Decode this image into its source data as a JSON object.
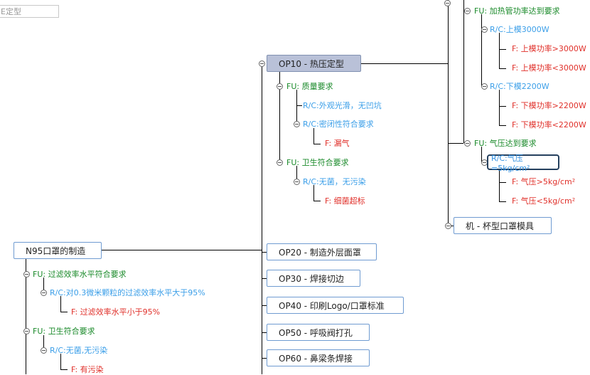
{
  "search": {
    "text": "E定型"
  },
  "root": {
    "label": "N95口罩的制造"
  },
  "root_branch": [
    {
      "kind": "FU",
      "text": "FU: 过滤效率水平符合要求"
    },
    {
      "kind": "RC",
      "text": "R/C:对0.3微米颗粒的过滤效率水平大于95%"
    },
    {
      "kind": "F",
      "text": "F:  过滤效率水平小于95%"
    },
    {
      "kind": "FU",
      "text": "FU: 卫生符合要求"
    },
    {
      "kind": "RC",
      "text": "R/C:无菌,无污染"
    },
    {
      "kind": "F",
      "text": "F:  有污染"
    }
  ],
  "ops": [
    {
      "label": "OP10 - 热压定型"
    },
    {
      "label": "OP20 - 制造外层面罩"
    },
    {
      "label": "OP30 - 焊接切边"
    },
    {
      "label": "OP40 - 印刷Logo/口罩标准"
    },
    {
      "label": "OP50 - 呼吸阀打孔"
    },
    {
      "label": "OP60 - 鼻梁条焊接"
    }
  ],
  "op10_branch": [
    {
      "kind": "FU",
      "text": "FU: 质量要求"
    },
    {
      "kind": "RC",
      "text": "R/C:外观光滑，无凹坑"
    },
    {
      "kind": "RC",
      "text": "R/C:密闭性符合要求"
    },
    {
      "kind": "F",
      "text": "F:  漏气"
    },
    {
      "kind": "FU",
      "text": "FU: 卫生符合要求"
    },
    {
      "kind": "RC",
      "text": "R/C:无菌，无污染"
    },
    {
      "kind": "F",
      "text": "F:  细菌超标"
    }
  ],
  "machine_branch": [
    {
      "kind": "FU",
      "text": "FU: 加热管功率达到要求"
    },
    {
      "kind": "RC",
      "text": "R/C:上模3000W"
    },
    {
      "kind": "F",
      "text": "F:  上模功率>3000W"
    },
    {
      "kind": "F",
      "text": "F:  上模功率<3000W"
    },
    {
      "kind": "RC",
      "text": "R/C:下模2200W"
    },
    {
      "kind": "F",
      "text": "F:  下模功率>2200W"
    },
    {
      "kind": "F",
      "text": "F:  下模功率<2200W"
    },
    {
      "kind": "FU",
      "text": "FU: 气压达到要求"
    },
    {
      "kind": "RC",
      "text": "R/C:气压=5kg/cm²"
    },
    {
      "kind": "F",
      "text": "F:  气压>5kg/cm²"
    },
    {
      "kind": "F",
      "text": "F:  气压<5kg/cm²"
    }
  ],
  "machine": {
    "label": "机 - 杯型口罩模具"
  }
}
